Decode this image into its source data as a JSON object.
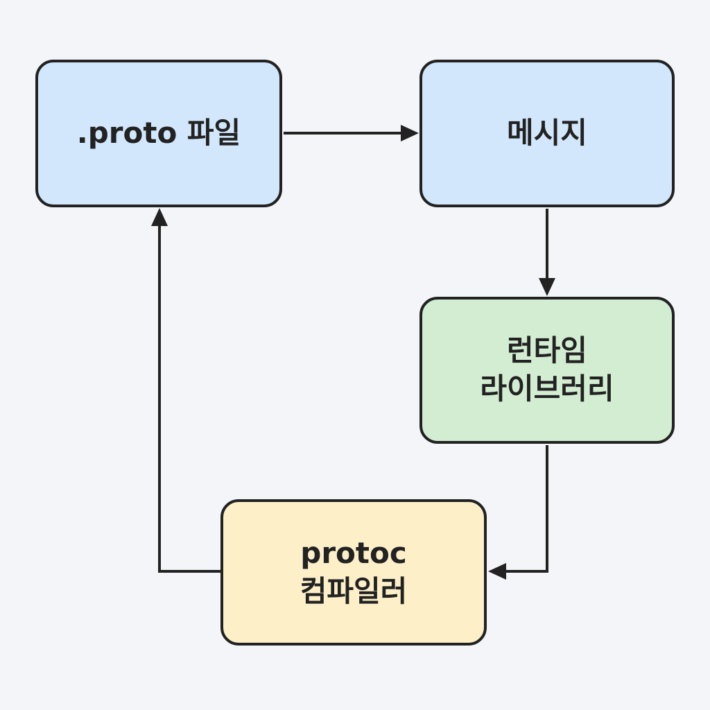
{
  "nodes": {
    "proto_file": {
      "label": ".proto 파일",
      "color": "#d2e7fc"
    },
    "message": {
      "label": "메시지",
      "color": "#d2e7fc"
    },
    "runtime_library": {
      "line1": "런타임",
      "line2": "라이브러리",
      "color": "#d3edd2"
    },
    "protoc_compiler": {
      "line1": "protoc",
      "line2": "컴파일러",
      "color": "#fdefc8"
    }
  },
  "edges": [
    {
      "from": "proto_file",
      "to": "message"
    },
    {
      "from": "message",
      "to": "runtime_library"
    },
    {
      "from": "runtime_library",
      "to": "protoc_compiler"
    },
    {
      "from": "protoc_compiler",
      "to": "proto_file"
    }
  ],
  "colors": {
    "stroke": "#222222",
    "background": "#f3f5f9"
  }
}
